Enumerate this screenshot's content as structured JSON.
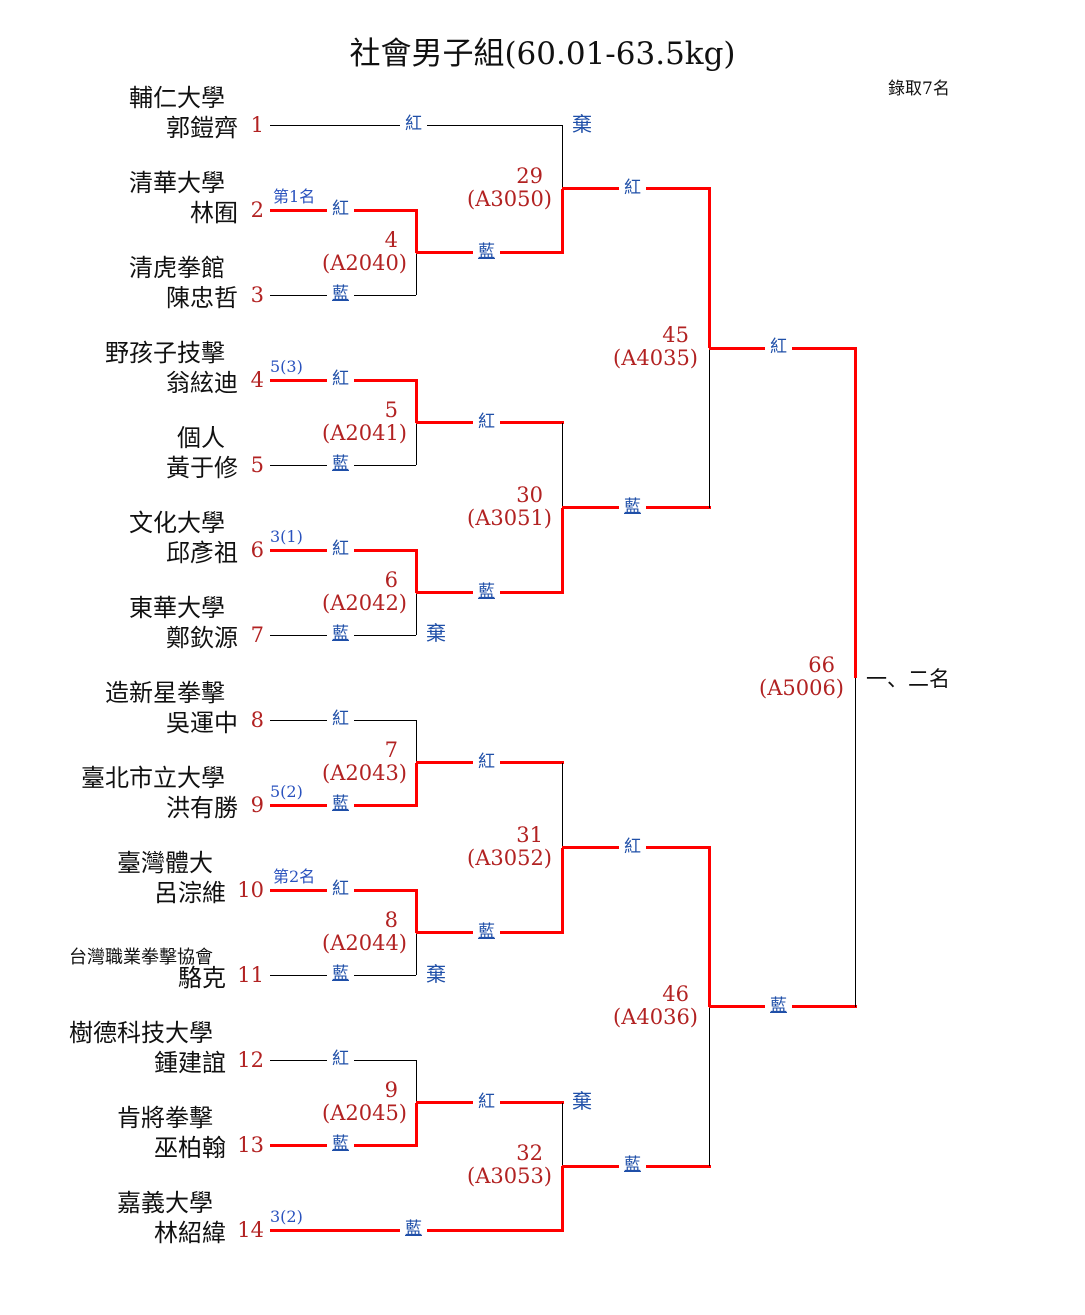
{
  "title": "社會男子組(60.01-63.5kg)",
  "quota": "錄取7名",
  "colors": {
    "win": "#ff0000",
    "lose": "#000000",
    "corner": "#1f4fa8",
    "number": "#b22222"
  },
  "entries": [
    {
      "no": "1",
      "team": "輔仁大學",
      "player": "郭鎧齊",
      "seed": ""
    },
    {
      "no": "2",
      "team": "清華大學",
      "player": "林囿",
      "seed": "第1名"
    },
    {
      "no": "3",
      "team": "清虎拳館",
      "player": "陳忠哲",
      "seed": ""
    },
    {
      "no": "4",
      "team": "野孩子技擊",
      "player": "翁絃迪",
      "seed": "5(3)"
    },
    {
      "no": "5",
      "team": "個人",
      "player": "黃于修",
      "seed": ""
    },
    {
      "no": "6",
      "team": "文化大學",
      "player": "邱彥祖",
      "seed": "3(1)"
    },
    {
      "no": "7",
      "team": "東華大學",
      "player": "鄭欽源",
      "seed": ""
    },
    {
      "no": "8",
      "team": "造新星拳擊",
      "player": "吳運中",
      "seed": ""
    },
    {
      "no": "9",
      "team": "臺北市立大學",
      "player": "洪有勝",
      "seed": "5(2)"
    },
    {
      "no": "10",
      "team": "臺灣體大",
      "player": "呂淙維",
      "seed": "第2名"
    },
    {
      "no": "11",
      "team": "台灣職業拳擊協會",
      "player": "駱克",
      "seed": ""
    },
    {
      "no": "12",
      "team": "樹德科技大學",
      "player": "鍾建誼",
      "seed": ""
    },
    {
      "no": "13",
      "team": "肯將拳擊",
      "player": "巫柏翰",
      "seed": ""
    },
    {
      "no": "14",
      "team": "嘉義大學",
      "player": "林紹緯",
      "seed": "3(2)"
    }
  ],
  "matches": [
    {
      "no": "4",
      "code": "(A2040)"
    },
    {
      "no": "5",
      "code": "(A2041)"
    },
    {
      "no": "6",
      "code": "(A2042)"
    },
    {
      "no": "7",
      "code": "(A2043)"
    },
    {
      "no": "8",
      "code": "(A2044)"
    },
    {
      "no": "9",
      "code": "(A2045)"
    },
    {
      "no": "29",
      "code": "(A3050)"
    },
    {
      "no": "30",
      "code": "(A3051)"
    },
    {
      "no": "31",
      "code": "(A3052)"
    },
    {
      "no": "32",
      "code": "(A3053)"
    },
    {
      "no": "45",
      "code": "(A4035)"
    },
    {
      "no": "46",
      "code": "(A4036)"
    },
    {
      "no": "66",
      "code": "(A5006)"
    }
  ],
  "corners": {
    "red": "紅",
    "blue": "藍",
    "r1": [
      "紅",
      "紅",
      "藍",
      "紅",
      "藍",
      "紅",
      "藍",
      "紅",
      "藍",
      "紅",
      "藍",
      "紅",
      "藍",
      "藍"
    ],
    "r2": [
      "藍",
      "紅",
      "藍",
      "紅",
      "藍",
      "紅"
    ],
    "r3": [
      "紅",
      "藍",
      "紅",
      "藍"
    ],
    "r4": [
      "紅",
      "藍"
    ]
  },
  "withdrawn": "棄",
  "final_label": "一、二名"
}
